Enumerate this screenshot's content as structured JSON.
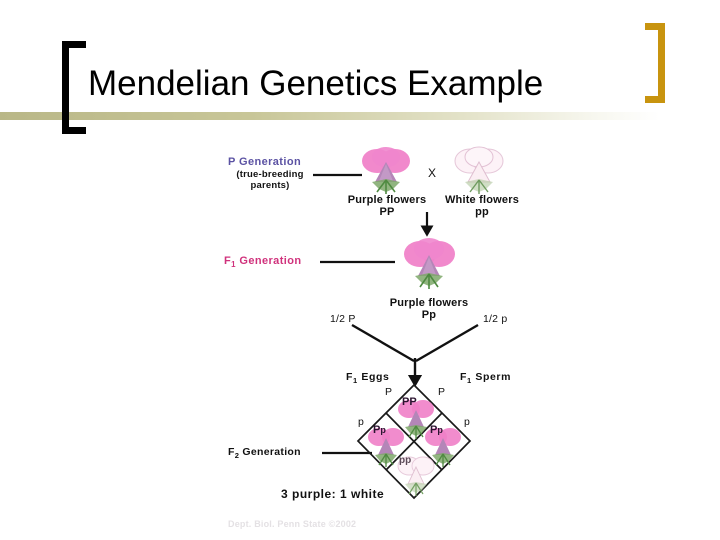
{
  "slide": {
    "title": "Mendelian Genetics Example",
    "credit": "Dept. Biol. Penn State ©2002",
    "accent_gold": "#c8940f",
    "accent_rule": "#b9b787",
    "background": "#ffffff"
  },
  "diagram": {
    "p_generation": {
      "label": "P Generation",
      "label_color": "#5b52a3",
      "sublabel_line1": "(true-breeding",
      "sublabel_line2": "parents)",
      "cross_symbol": "X",
      "parents": [
        {
          "caption": "Purple flowers",
          "genotype": "PP",
          "phenotype": "purple"
        },
        {
          "caption": "White flowers",
          "genotype": "pp",
          "phenotype": "white"
        }
      ]
    },
    "f1_generation": {
      "label": "F1 Generation",
      "label_prefix": "F",
      "label_sub": "1",
      "label_suffix": " Generation",
      "label_color": "#d0327c",
      "offspring": {
        "caption": "Purple flowers",
        "genotype": "Pp",
        "phenotype": "purple"
      },
      "gamete_left": "1/2 P",
      "gamete_right": "1/2 p"
    },
    "punnett": {
      "eggs_label_prefix": "F",
      "eggs_label_sub": "1",
      "eggs_label_suffix": "  Eggs",
      "sperm_label_prefix": "F",
      "sperm_label_sub": "1",
      "sperm_label_suffix": "  Sperm",
      "allele_top_left": "P",
      "allele_top_right": "P",
      "allele_mid_left": "p",
      "allele_mid_right": "p",
      "cells": [
        {
          "position": "top",
          "genotype_cap": "P",
          "genotype_low": "P",
          "phenotype": "purple"
        },
        {
          "position": "left",
          "genotype_cap": "P",
          "genotype_low": "p",
          "phenotype": "purple"
        },
        {
          "position": "right",
          "genotype_cap": "P",
          "genotype_low": "p",
          "phenotype": "purple"
        },
        {
          "position": "bottom",
          "genotype_cap": "p",
          "genotype_low": "p",
          "phenotype": "white"
        }
      ]
    },
    "f2_generation": {
      "label_prefix": "F",
      "label_sub": "2",
      "label_suffix": " Generation",
      "ratio": "3 purple: 1 white"
    }
  }
}
